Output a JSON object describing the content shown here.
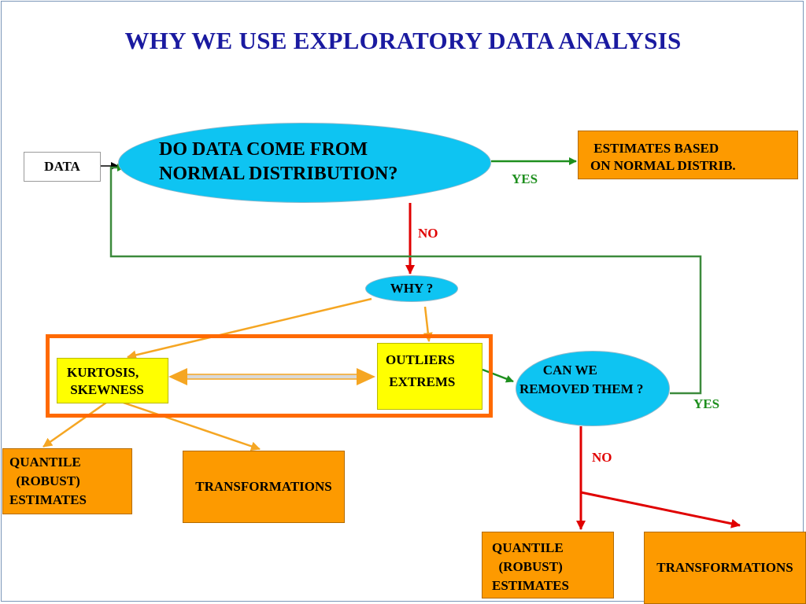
{
  "title": "WHY WE USE EXPLORATORY DATA ANALYSIS",
  "nodes": {
    "data": "DATA",
    "question": "DO DATA COME FROM\nNORMAL DISTRIBUTION?",
    "estimates": " ESTIMATES BASED\nON NORMAL DISTRIB.",
    "why": "WHY ?",
    "kurtosis": "KURTOSIS,\n SKEWNESS",
    "outliers": "OUTLIERS\n EXTREMS",
    "can_removed": "       CAN WE\nREMOVED THEM ?",
    "quantile_left": "QUANTILE\n  (ROBUST)\nESTIMATES",
    "transformations_left": "TRANSFORMATIONS",
    "quantile_right": "QUANTILE\n  (ROBUST)\nESTIMATES",
    "transformations_right": "TRANSFORMATIONS"
  },
  "labels": {
    "yes_top": "YES",
    "no_top": "NO",
    "yes_right": "YES",
    "no_bottom": "NO"
  },
  "colors": {
    "title": "#1a1aa0",
    "ellipse": "#0ec4f2",
    "orange_box": "#fd9a00",
    "yellow_box": "#ffff00",
    "group_frame": "#ff6a00",
    "arrow_green": "#1e8f1e",
    "arrow_red": "#e00000",
    "arrow_orange": "#f5a623"
  }
}
